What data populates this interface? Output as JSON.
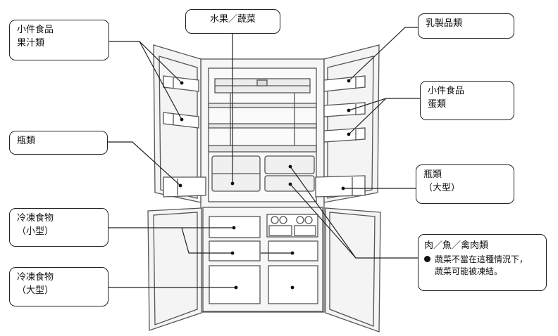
{
  "labels": {
    "small_food_juice": {
      "line1": "小件食品",
      "line2": "果汁類"
    },
    "bottles_left": {
      "line1": "瓶類"
    },
    "frozen_small": {
      "line1": "冷凍食物",
      "line2": "（小型）"
    },
    "frozen_large": {
      "line1": "冷凍食物",
      "line2": "（大型）"
    },
    "fruit_veg": {
      "line1": "水果／蔬菜"
    },
    "dairy": {
      "line1": "乳製品類"
    },
    "small_food_eggs": {
      "line1": "小件食品",
      "line2": "蛋類"
    },
    "bottles_large": {
      "line1": "瓶類",
      "line2": "（大型）"
    },
    "meat_fish": {
      "line1": "肉／魚／禽肉類",
      "note1": "蔬菜不當在這種情況下，",
      "note2": "蔬菜可能被凍結。"
    }
  },
  "colors": {
    "line": "#222222",
    "fridge_line": "#555555",
    "fridge_fill": "#f4f4f4",
    "shelf_fill": "#e6e6e6"
  }
}
